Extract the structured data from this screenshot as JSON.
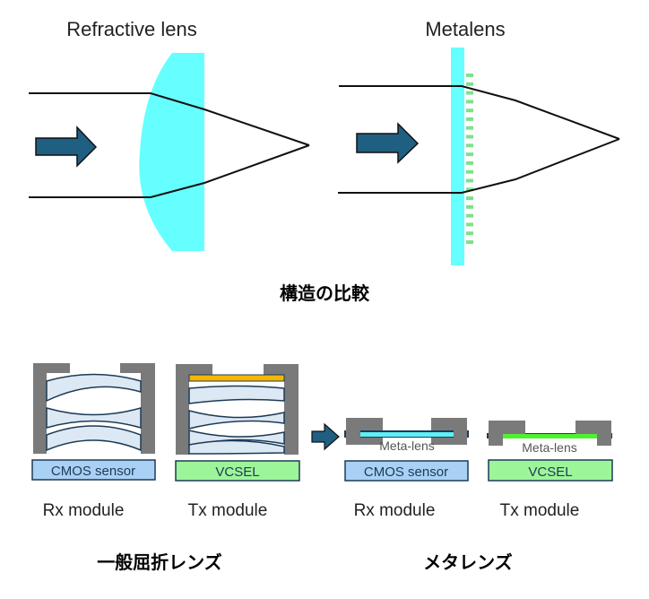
{
  "top": {
    "refractive": {
      "title": "Refractive lens"
    },
    "metalens": {
      "title": "Metalens",
      "nanostructure_count": 20
    },
    "caption": "構造の比較"
  },
  "bottom": {
    "conventional": {
      "rx": {
        "sensor_label": "CMOS sensor",
        "module_label": "Rx module",
        "lens_count": 3
      },
      "tx": {
        "source_label": "VCSEL",
        "module_label": "Tx module",
        "lens_count": 4
      },
      "caption": "一般屈折レンズ"
    },
    "meta": {
      "rx": {
        "lens_label": "Meta-lens",
        "sensor_label": "CMOS sensor",
        "module_label": "Rx module"
      },
      "tx": {
        "lens_label": "Meta-lens",
        "source_label": "VCSEL",
        "module_label": "Tx module"
      },
      "caption": "メタレンズ"
    }
  },
  "colors": {
    "lens_cyan": "#66ffff",
    "meta_green": "#7fe08a",
    "arrow": "#1f5f82",
    "housing_gray": "#7a7a7a",
    "lens_element": "#dce8f4",
    "sensor_blue": "#a9d1f5",
    "vcsel_green": "#9df59a",
    "filter_orange": "#f5b800",
    "meta_rx": "#5ff0f5",
    "meta_tx": "#4ff030",
    "ray": "#111111"
  }
}
